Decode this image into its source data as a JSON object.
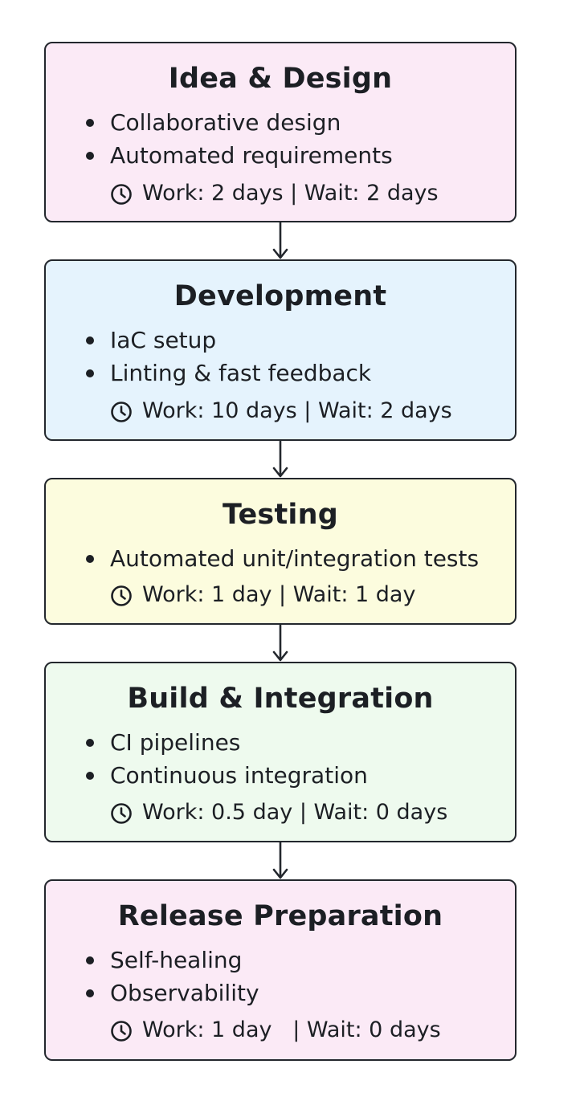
{
  "stages": [
    {
      "title": "Idea & Design",
      "bullets": [
        "Collaborative design",
        "Automated requirements"
      ],
      "timing": "Work: 2 days | Wait: 2 days",
      "color": "#fbeaf6"
    },
    {
      "title": "Development",
      "bullets": [
        "IaC setup",
        "Linting & fast feedback"
      ],
      "timing": "Work: 10 days | Wait: 2 days",
      "color": "#e5f3fd"
    },
    {
      "title": "Testing",
      "bullets": [
        "Automated unit/integration tests"
      ],
      "timing": "Work: 1 day | Wait: 1 day",
      "color": "#fcfcde"
    },
    {
      "title": "Build & Integration",
      "bullets": [
        "CI pipelines",
        "Continuous integration"
      ],
      "timing": "Work: 0.5 day | Wait: 0 days",
      "color": "#eefaee"
    },
    {
      "title": "Release Preparation",
      "bullets": [
        "Self-healing",
        "Observability"
      ],
      "timing": "Work: 1 day   | Wait: 0 days",
      "color": "#fbeaf6"
    }
  ],
  "icons": {
    "timing": "clock-icon",
    "connector": "arrow-down-icon"
  }
}
